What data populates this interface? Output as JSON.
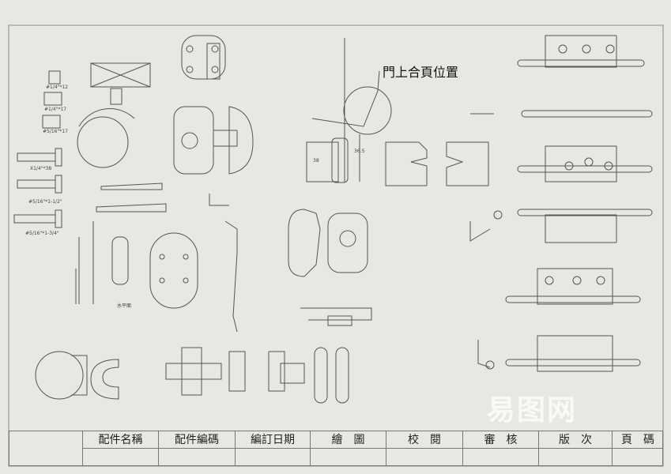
{
  "drawing": {
    "callout": "門上合頁位置",
    "screw_labels": [
      "#1/4\"*12",
      "#1/4\"*17",
      "#5/16\"*17",
      "Ⅹ1/4\"*38",
      "#5/16\"*1-1/2\"",
      "#5/16\"*1-3/4\""
    ],
    "plane_label": "水平面",
    "dimensions": [
      "38",
      "36.5"
    ],
    "watermark": "易图网"
  },
  "title_block": {
    "headers": [
      "配件名稱",
      "配件編碼",
      "編訂日期",
      "繪　圖",
      "校　閱",
      "審　核",
      "版　次",
      "頁　碼"
    ]
  }
}
